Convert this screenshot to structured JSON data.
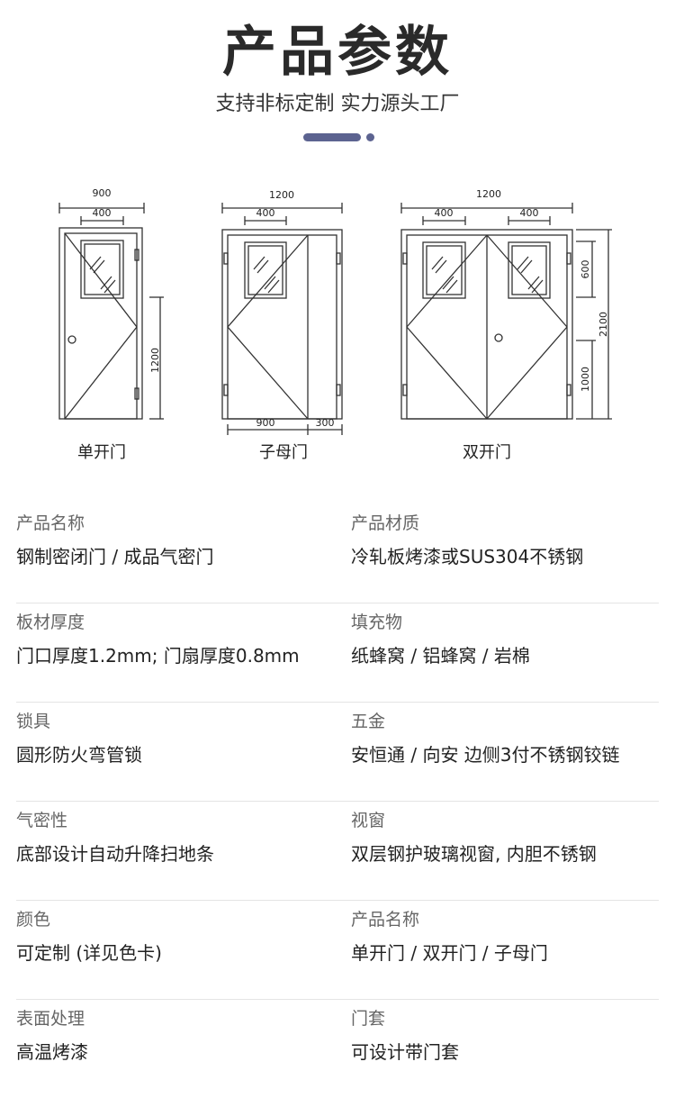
{
  "header": {
    "title": "产品参数",
    "subtitle": "支持非标定制 实力源头工厂"
  },
  "doors": [
    {
      "name": "单开门",
      "dims": {
        "width": "900",
        "window": "400",
        "height": "1200"
      }
    },
    {
      "name": "子母门",
      "dims": {
        "width": "1200",
        "window": "400",
        "leaf_main": "900",
        "leaf_side": "300"
      }
    },
    {
      "name": "双开门",
      "dims": {
        "width": "1200",
        "window_left": "400",
        "window_right": "400",
        "window_h": "600",
        "total_h": "2100",
        "lock_h": "1000"
      }
    }
  ],
  "specs": [
    {
      "left": {
        "label": "产品名称",
        "value": "钢制密闭门 / 成品气密门"
      },
      "right": {
        "label": "产品材质",
        "value": "冷轧板烤漆或SUS304不锈钢"
      }
    },
    {
      "left": {
        "label": "板材厚度",
        "value": "门口厚度1.2mm; 门扇厚度0.8mm"
      },
      "right": {
        "label": "填充物",
        "value": "纸蜂窝 / 铝蜂窝 / 岩棉"
      }
    },
    {
      "left": {
        "label": "锁具",
        "value": "圆形防火弯管锁"
      },
      "right": {
        "label": "五金",
        "value": "安恒通 / 向安 边侧3付不锈钢铰链"
      }
    },
    {
      "left": {
        "label": "气密性",
        "value": "底部设计自动升降扫地条"
      },
      "right": {
        "label": "视窗",
        "value": "双层钢护玻璃视窗, 内胆不锈钢"
      }
    },
    {
      "left": {
        "label": "颜色",
        "value": "可定制 (详见色卡)"
      },
      "right": {
        "label": "产品名称",
        "value": "单开门 / 双开门 / 子母门"
      }
    },
    {
      "left": {
        "label": "表面处理",
        "value": "高温烤漆"
      },
      "right": {
        "label": "门套",
        "value": "可设计带门套"
      }
    }
  ],
  "colors": {
    "accent": "#5c6390",
    "line": "#333333",
    "divider": "#e4e4e4"
  }
}
